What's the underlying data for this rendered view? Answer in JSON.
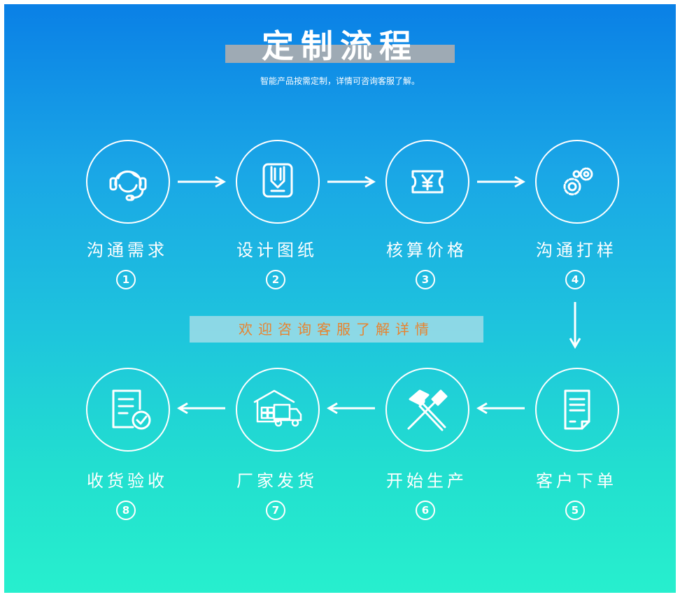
{
  "header": {
    "title": "定制流程",
    "subtitle": "智能产品按需定制，详情可咨询客服了解。"
  },
  "steps": [
    {
      "label": "沟通需求",
      "number": "1",
      "icon": "headset-icon"
    },
    {
      "label": "设计图纸",
      "number": "2",
      "icon": "document-download-icon"
    },
    {
      "label": "核算价格",
      "number": "3",
      "icon": "yuan-ticket-icon"
    },
    {
      "label": "沟通打样",
      "number": "4",
      "icon": "gears-icon"
    },
    {
      "label": "客户下单",
      "number": "5",
      "icon": "order-form-icon"
    },
    {
      "label": "开始生产",
      "number": "6",
      "icon": "hammer-screwdriver-icon"
    },
    {
      "label": "厂家发货",
      "number": "7",
      "icon": "warehouse-truck-icon"
    },
    {
      "label": "收货验收",
      "number": "8",
      "icon": "checklist-icon"
    }
  ],
  "banner": {
    "text": "欢迎咨询客服了解详情"
  },
  "colors": {
    "accent": "#e8832e",
    "gradient_top": "#0a80e6",
    "gradient_bottom": "#27efce"
  }
}
